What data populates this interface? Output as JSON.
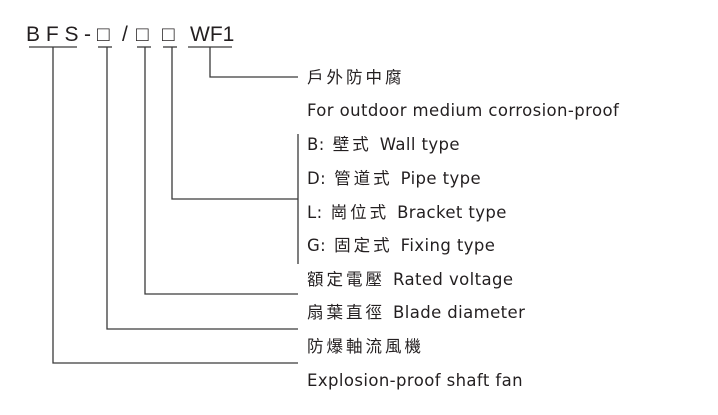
{
  "code": {
    "prefix": "B F S",
    "dash": "-",
    "box1": "□",
    "slash": "/",
    "box2": "□",
    "box3": "□",
    "suffix": "WF1"
  },
  "rows": [
    {
      "zh": "戶外防中腐",
      "en": ""
    },
    {
      "zh": "",
      "en": "For outdoor medium corrosion-proof"
    },
    {
      "key": "B:",
      "zh": "壁式",
      "en": "Wall type"
    },
    {
      "key": "D:",
      "zh": "管道式",
      "en": "Pipe type"
    },
    {
      "key": "L:",
      "zh": "崗位式",
      "en": "Bracket type"
    },
    {
      "key": "G:",
      "zh": "固定式",
      "en": "Fixing type"
    },
    {
      "zh": "額定電壓",
      "en": "Rated voltage"
    },
    {
      "zh": "扇葉直徑",
      "en": "Blade diameter"
    },
    {
      "zh": "防爆軸流風機",
      "en": ""
    },
    {
      "zh": "",
      "en": "Explosion-proof shaft fan"
    }
  ]
}
